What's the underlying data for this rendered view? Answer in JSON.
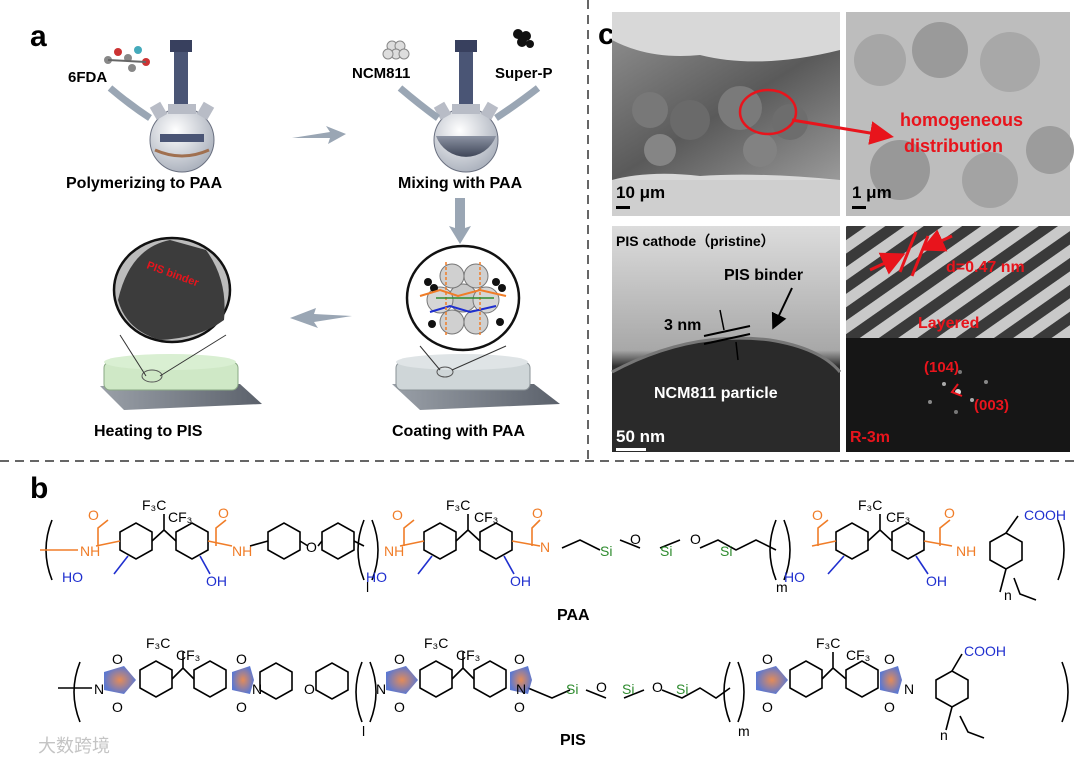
{
  "panels": {
    "a": "a",
    "b": "b",
    "c": "c"
  },
  "panel_a": {
    "reagent_6fda": "6FDA",
    "reagent_ncm811": "NCM811",
    "reagent_superp": "Super-P",
    "step1": "Polymerizing to PAA",
    "step2": "Mixing with PAA",
    "step3": "Coating with PAA",
    "step4": "Heating to PIS",
    "pis_binder_tag": "PIS binder"
  },
  "panel_c": {
    "scale1": "10  μm",
    "scale2": "1  μm",
    "scale3": "50  nm",
    "homog1": "homogeneous",
    "homog2": "distribution",
    "tem_title": "PIS cathode（pristine）",
    "pis_binder": "PIS binder",
    "thickness": "3 nm",
    "particle": "NCM811 particle",
    "d_spacing": "d=0.47 nm",
    "layered": "Layered",
    "hkl1": "(104)",
    "hkl2": "(003)",
    "space_group": "R-3m"
  },
  "panel_b": {
    "paa": "PAA",
    "pis": "PIS",
    "f3c": "F₃C",
    "cf3": "CF₃",
    "nh": "NH",
    "oh": "OH",
    "ho": "HO",
    "o": "O",
    "n": "N",
    "si": "Si",
    "cooh": "COOH",
    "sub_l": "l",
    "sub_m": "m",
    "sub_n": "n"
  },
  "watermark": "大数跨境",
  "colors": {
    "orange": "#f07d28",
    "blue": "#1f2fcf",
    "green": "#2e8b2e",
    "red": "#e8141c"
  }
}
